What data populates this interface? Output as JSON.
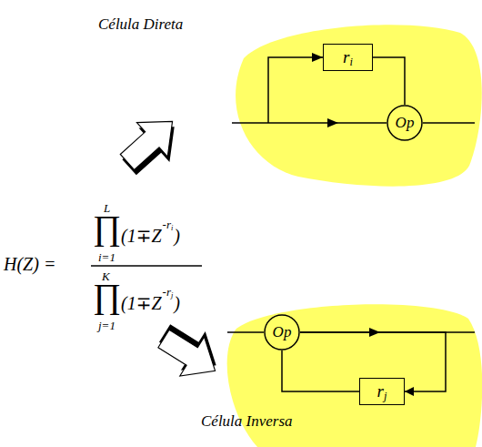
{
  "diagram": {
    "nodes": [
      {
        "text": [
          "Célula Direta"
        ]
      },
      {
        "text": [
          "ri"
        ],
        "in": 0
      },
      {
        "text": [
          "Op"
        ],
        "in": 0
      },
      {
        "text": [
          "Célula Inversa"
        ]
      },
      {
        "text": [
          "Op"
        ],
        "in": 3
      },
      {
        "text": [
          "rj"
        ],
        "in": 3
      }
    ],
    "edges": [
      {
        "from": 1,
        "to": 2,
        "arrow": "none"
      },
      {
        "from": 4,
        "to": 5,
        "arrow": "to"
      },
      {
        "from": 5,
        "to": 4,
        "arrow": "none"
      }
    ],
    "labels": [
      "H(Z) =",
      "L",
      "∏",
      "i=1",
      "(1∓Z",
      "-ri",
      ")",
      "K",
      "∏",
      "j=1",
      "(1∓Z",
      "-rj",
      ")"
    ]
  }
}
